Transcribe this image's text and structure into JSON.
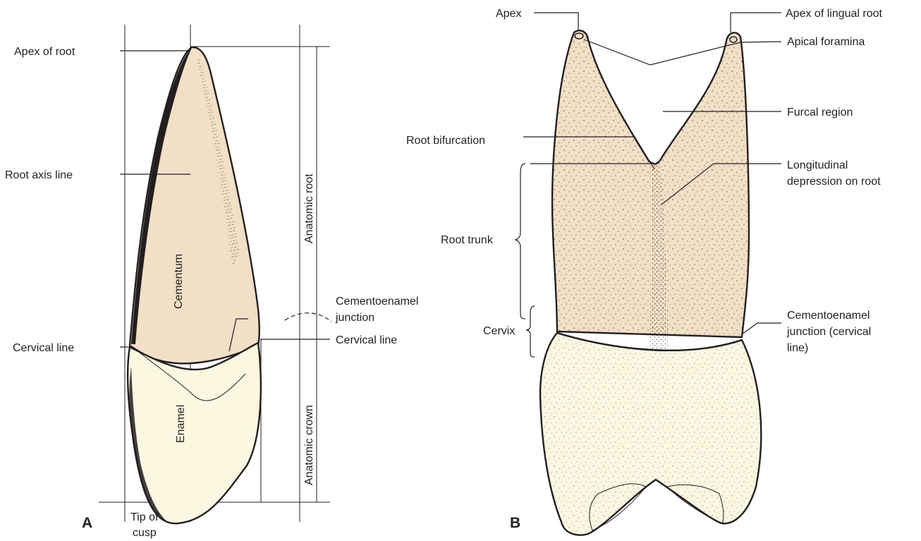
{
  "colors": {
    "root": "#f1dfc6",
    "crown": "#fcf7e1",
    "ink": "#231f20",
    "background": "#ffffff"
  },
  "panel_a": {
    "letter": "A",
    "labels": {
      "apex_of_root": "Apex of root",
      "root_axis_line": "Root axis line",
      "cervical_line_left": "Cervical line",
      "cementum": "Cementum",
      "enamel": "Enamel",
      "anatomic_root": "Anatomic root",
      "cementoenamel_junction_1": "Cementoenamel",
      "cementoenamel_junction_2": "junction",
      "cervical_line_right": "Cervical line",
      "anatomic_crown": "Anatomic crown",
      "tip_of_cusp_1": "Tip of",
      "tip_of_cusp_2": "cusp"
    }
  },
  "panel_b": {
    "letter": "B",
    "labels": {
      "apex": "Apex",
      "apex_of_lingual_root": "Apex of lingual root",
      "apical_foramina": "Apical foramina",
      "furcal_region": "Furcal region",
      "root_bifurcation": "Root bifurcation",
      "longitudinal_depression_1": "Longitudinal",
      "longitudinal_depression_2": "depression on root",
      "root_trunk": "Root trunk",
      "cervix": "Cervix",
      "cej_cervical_line_1": "Cementoenamel",
      "cej_cervical_line_2": "junction (cervical",
      "cej_cervical_line_3": "line)"
    }
  }
}
